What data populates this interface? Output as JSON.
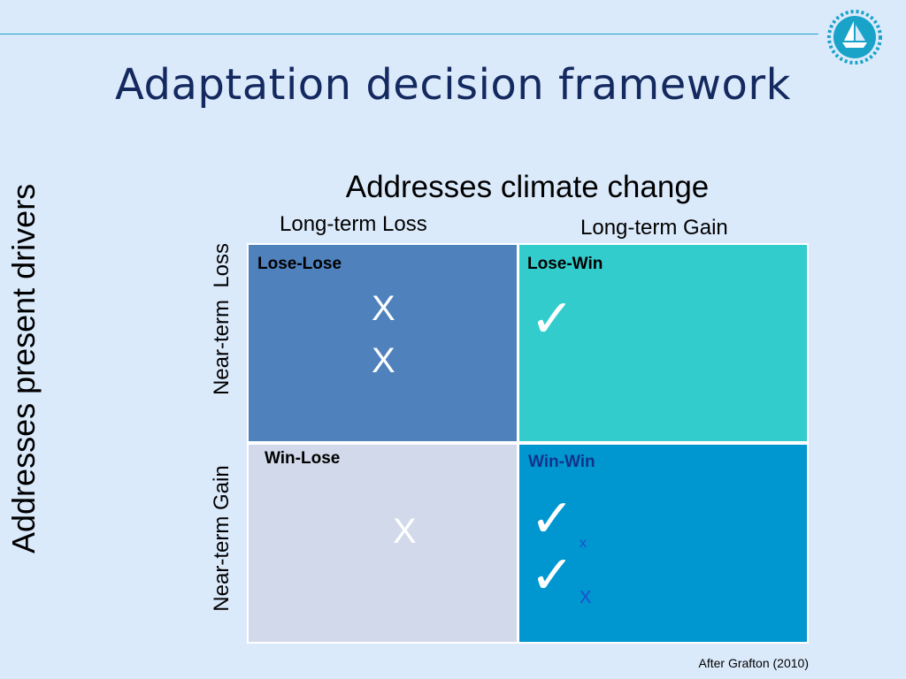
{
  "slide": {
    "title": "Adaptation decision framework",
    "credit": "After Grafton (2010)"
  },
  "axes": {
    "top_title": "Addresses climate change",
    "col_loss": "Long-term Loss",
    "col_gain": "Long-term Gain",
    "left_title": "Addresses present drivers",
    "row_loss": "Near-term  Loss",
    "row_gain": "Near-term Gain"
  },
  "cells": {
    "lose_lose": {
      "label": "Lose-Lose",
      "marks": [
        "X",
        "X"
      ],
      "color": "#4f81bd"
    },
    "lose_win": {
      "label": "Lose-Win",
      "marks": [
        "✓"
      ],
      "color": "#33cccc"
    },
    "win_lose": {
      "label": "Win-Lose",
      "marks": [
        "X"
      ],
      "color": "#d1d9ea"
    },
    "win_win": {
      "label": "Win-Win",
      "marks": [
        "✓",
        "x",
        "✓",
        "X"
      ],
      "color": "#0096cf"
    }
  },
  "icons": {
    "logo": "sailboat-logo-icon"
  }
}
